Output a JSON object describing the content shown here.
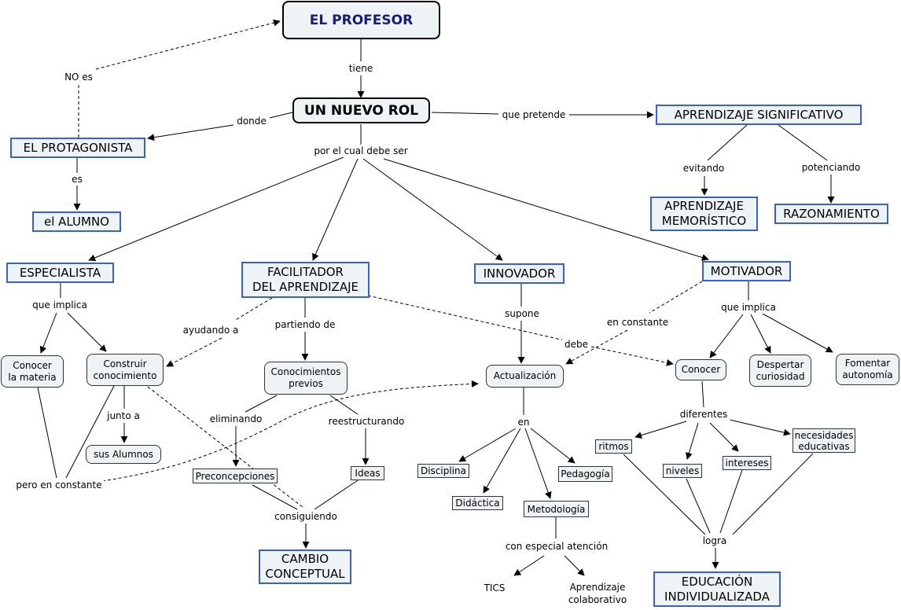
{
  "nodes": {
    "profesor": "EL PROFESOR",
    "nuevo_rol": "UN NUEVO ROL",
    "protagonista": "EL PROTAGONISTA",
    "alumno": "el ALUMNO",
    "aprendizaje_significativo": "APRENDIZAJE SIGNIFICATIVO",
    "memoristico": "APRENDIZAJE\nMEMORÍSTICO",
    "razonamiento": "RAZONAMIENTO",
    "especialista": "ESPECIALISTA",
    "facilitador": "FACILITADOR\nDEL APRENDIZAJE",
    "innovador": "INNOVADOR",
    "motivador": "MOTIVADOR",
    "conocer_materia": "Conocer\nla materia",
    "construir": "Construir\nconocimiento",
    "sus_alumnos": "sus Alumnos",
    "conocimientos_previos": "Conocimientos\nprevios",
    "preconcepciones": "Preconcepciones",
    "ideas": "Ideas",
    "cambio_conceptual": "CAMBIO\nCONCEPTUAL",
    "actualizacion": "Actualización",
    "disciplina": "Disciplina",
    "didactica": "Didáctica",
    "metodologia": "Metodología",
    "pedagogia": "Pedagogía",
    "tics": "TICS",
    "aprendizaje_colaborativo": "Aprendizaje\ncolaborativo",
    "conocer": "Conocer",
    "despertar": "Despertar\ncuriosidad",
    "fomentar": "Fomentar\nautonomía",
    "ritmos": "ritmos",
    "niveles": "niveles",
    "intereses": "intereses",
    "necesidades": "necesidades\neducativas",
    "educacion": "EDUCACIÓN\nINDIVIDUALIZADA"
  },
  "links": {
    "tiene": "tiene",
    "no_es": "NO es",
    "donde": "donde",
    "es": "es",
    "que_pretende": "que pretende",
    "por_el_cual": "por el cual debe ser",
    "evitando": "evitando",
    "potenciando": "potenciando",
    "que_implica_1": "que implica",
    "ayudando_a": "ayudando a",
    "partiendo_de": "partiendo de",
    "supone": "supone",
    "en_constante": "en constante",
    "que_implica_2": "que implica",
    "debe": "debe",
    "junto_a": "junto a",
    "pero_en_constante": "pero en constante",
    "eliminando": "eliminando",
    "reestructurando": "reestructurando",
    "consiguiendo": "consiguiendo",
    "en": "en",
    "con_especial": "con especial atención",
    "diferentes": "diferentes",
    "logra": "logra"
  },
  "colors": {
    "node_fill": "#eef3f6",
    "concept_border": "#3b5fcc",
    "title_text": "#1a1a7a",
    "line": "#000000"
  }
}
